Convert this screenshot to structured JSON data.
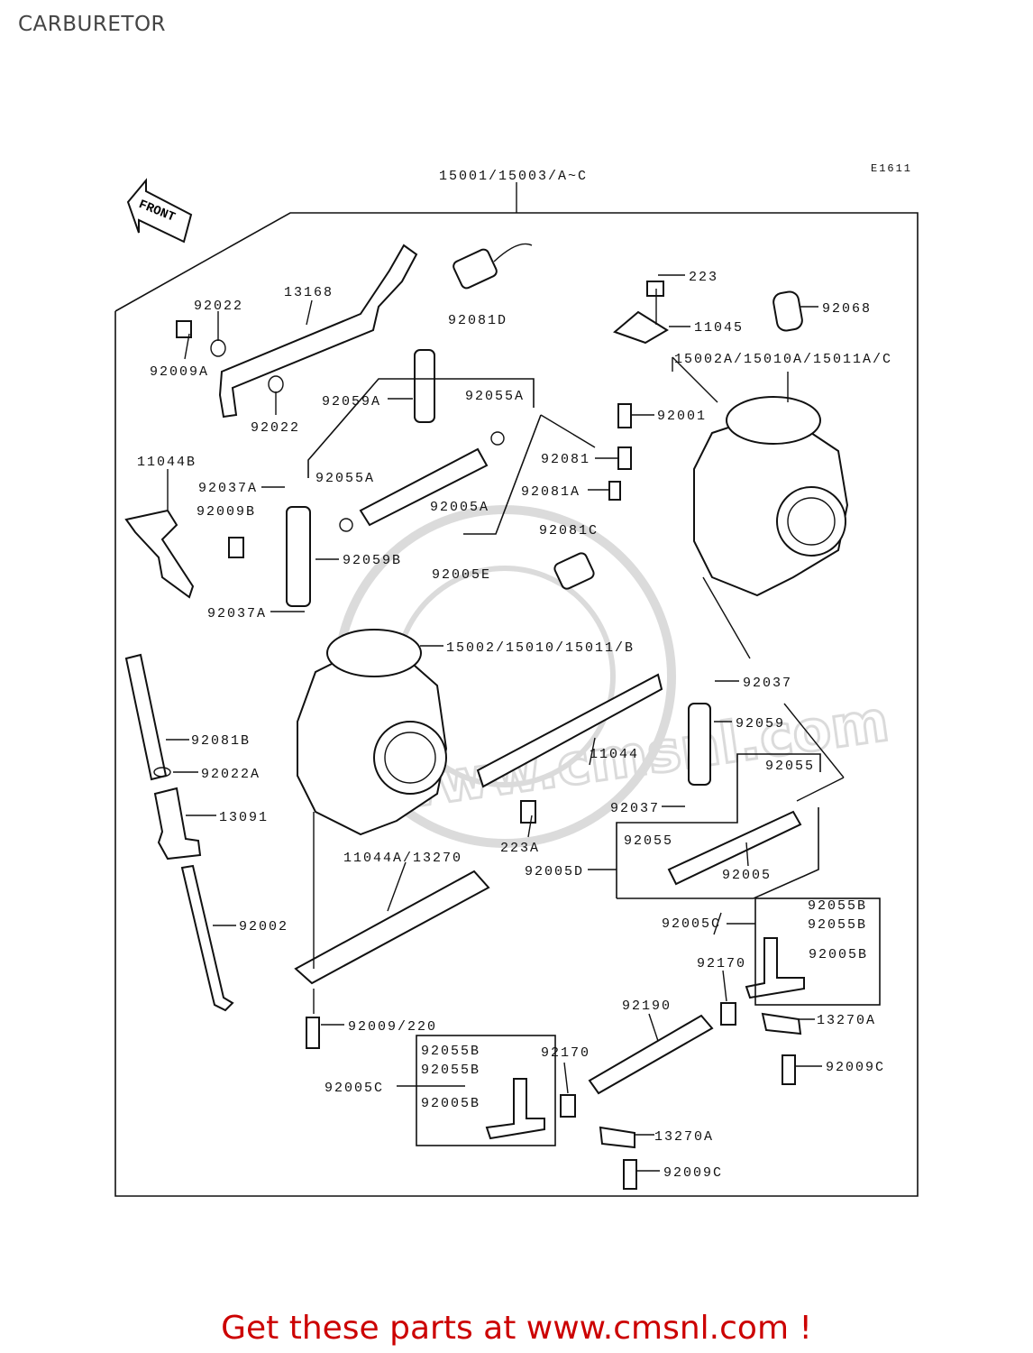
{
  "page": {
    "title": "CARBURETOR",
    "ad_text": "Get these parts at www.cmsnl.com !",
    "ad_color": "#cc0000"
  },
  "diagram": {
    "code": "E1611",
    "assembly_label": "15001/15003/A~C",
    "front_arrow_label": "FRONT",
    "watermark_text": "www.cmsnl.com",
    "callouts": [
      "13168",
      "92022",
      "92009A",
      "92022",
      "92081D",
      "223",
      "11045",
      "92068",
      "15002A/15010A/15011A/C",
      "92059A",
      "92055A",
      "92001",
      "11044B",
      "92037A",
      "92055A",
      "92081",
      "92005A",
      "92081A",
      "92009B",
      "92081C",
      "92059B",
      "92005E",
      "92037A",
      "15002/15010/15011/B",
      "92037",
      "92059",
      "92081B",
      "11044",
      "92022A",
      "92055",
      "13091",
      "92037",
      "223A",
      "92055",
      "11044A/13270",
      "92005D",
      "92005",
      "92055B",
      "92005C",
      "92055B",
      "92002",
      "92170",
      "92005B",
      "92190",
      "13270A",
      "92009/220",
      "92055B",
      "92170",
      "92009C",
      "92055B",
      "92005C",
      "92005B",
      "13270A",
      "92009C"
    ]
  }
}
